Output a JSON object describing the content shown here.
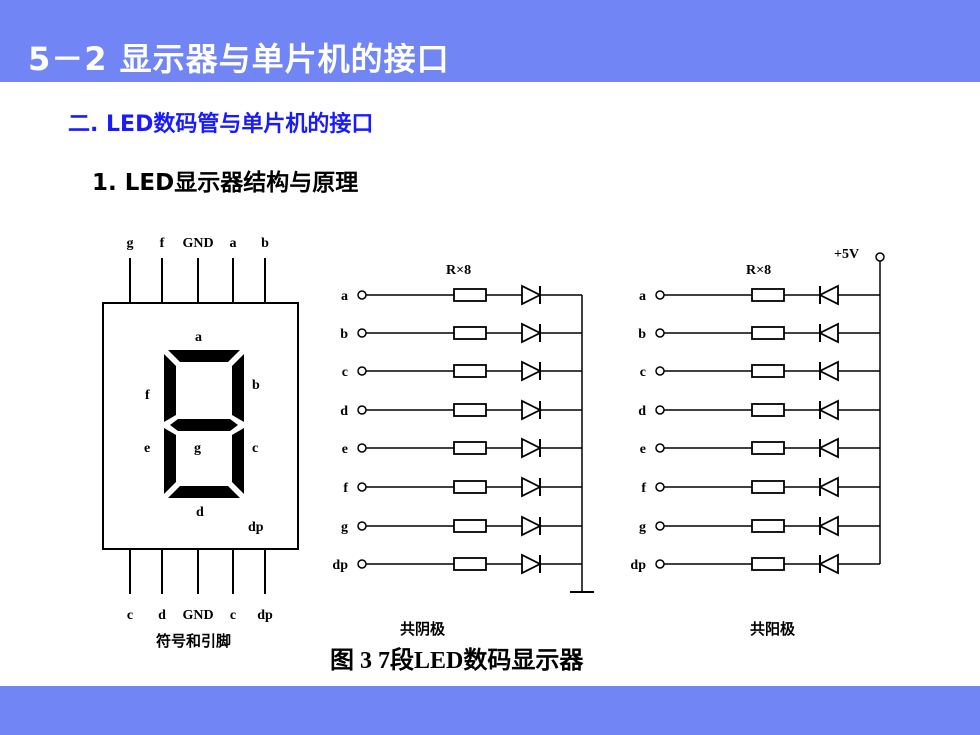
{
  "header": {
    "title": "5－2  显示器与单片机的接口"
  },
  "subtitle": "二.  LED数码管与单片机的接口",
  "section": "1. LED显示器结构与原理",
  "figure": {
    "caption": "图 3  7段LED数码显示器",
    "symbol_panel": {
      "top_pins": [
        "g",
        "f",
        "GND",
        "a",
        "b"
      ],
      "bottom_pins": [
        "c",
        "d",
        "GND",
        "c",
        "dp"
      ],
      "segment_labels": [
        "a",
        "b",
        "c",
        "d",
        "e",
        "f",
        "g"
      ],
      "dp_label": "dp",
      "caption": "符号和引脚"
    },
    "common_cathode": {
      "resistor_label": "R×8",
      "inputs": [
        "a",
        "b",
        "c",
        "d",
        "e",
        "f",
        "g",
        "dp"
      ],
      "caption": "共阴极"
    },
    "common_anode": {
      "resistor_label": "R×8",
      "supply_label": "+5V",
      "inputs": [
        "a",
        "b",
        "c",
        "d",
        "e",
        "f",
        "g",
        "dp"
      ],
      "caption": "共阳极"
    }
  }
}
